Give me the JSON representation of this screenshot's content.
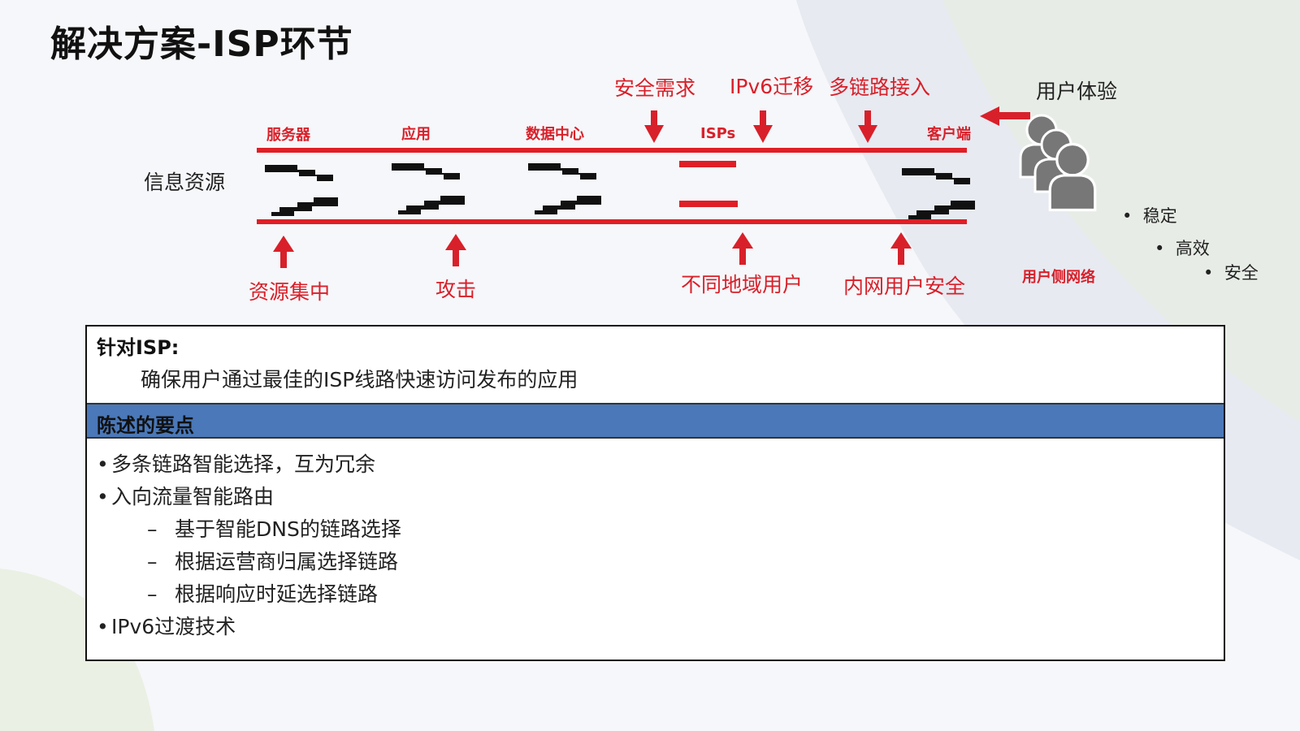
{
  "title": "解决方案-ISP环节",
  "diagram": {
    "left_label": "信息资源",
    "top_segments": [
      "服务器",
      "应用",
      "数据中心",
      "ISPs",
      "客户端"
    ],
    "top_needs": [
      "安全需求",
      "IPv6迁移",
      "多链路接入"
    ],
    "bottom_issues": [
      "资源集中",
      "攻击",
      "不同地域用户",
      "内网用户安全"
    ],
    "user_experience": "用户体验",
    "user_network": "用户侧网络",
    "experience_points": [
      "稳定",
      "高效",
      "安全"
    ],
    "colors": {
      "accent_red": "#e01e26",
      "label_red": "#d8202a",
      "band_blue": "#4a78b8"
    },
    "icons": [
      "lightning-link-icon",
      "users-group-icon",
      "arrow-icon"
    ]
  },
  "box": {
    "isp_heading": "针对ISP:",
    "isp_desc": "确保用户通过最佳的ISP线路快速访问发布的应用",
    "section_title": "陈述的要点",
    "points": [
      {
        "marker": "•",
        "text": "多条链路智能选择，互为冗余"
      },
      {
        "marker": "•",
        "text": "入向流量智能路由"
      },
      {
        "marker": "–",
        "text": "基于智能DNS的链路选择"
      },
      {
        "marker": "–",
        "text": "根据运营商归属选择链路"
      },
      {
        "marker": "–",
        "text": "根据响应时延选择链路"
      },
      {
        "marker": "•",
        "text": "IPv6过渡技术"
      }
    ]
  }
}
